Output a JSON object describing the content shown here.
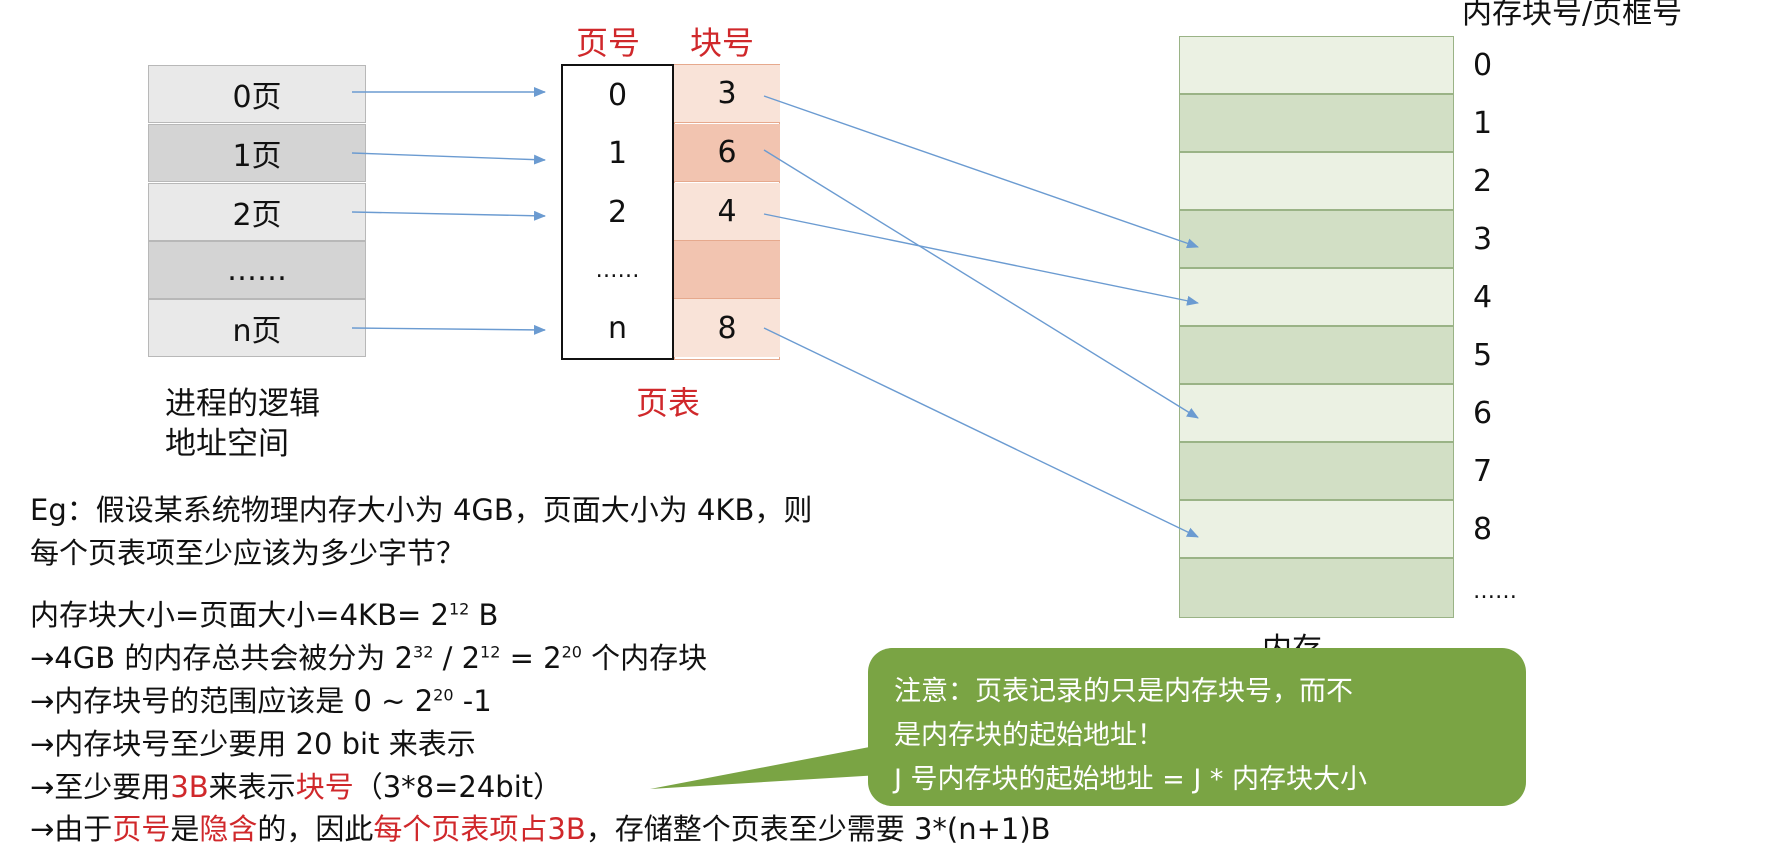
{
  "headers": {
    "page_no": "页号",
    "block_no": "块号",
    "mem_block_no": "内存块号/页框号"
  },
  "logical": {
    "rows": [
      "0页",
      "1页",
      "2页",
      "……",
      "n页"
    ],
    "caption_line1": "进程的逻辑",
    "caption_line2": "地址空间"
  },
  "page_table": {
    "page_numbers": [
      "0",
      "1",
      "2",
      "……",
      "n"
    ],
    "block_numbers": [
      "3",
      "6",
      "4",
      "",
      "8"
    ],
    "caption": "页表"
  },
  "memory": {
    "labels": [
      "0",
      "1",
      "2",
      "3",
      "4",
      "5",
      "6",
      "7",
      "8",
      "……"
    ],
    "caption": "内存"
  },
  "example": {
    "q1": "Eg：假设某系统物理内存大小为 4GB，页面大小为 4KB，则",
    "q2": "每个页表项至少应该为多少字节？",
    "l1a": "内存块大小=页面大小=4KB= 2",
    "l1sup": "12",
    "l1b": " B",
    "l2a": "→4GB 的内存总共会被分为  2",
    "l2s1": "32",
    "l2b": " / 2",
    "l2s2": "12",
    "l2c": " = 2",
    "l2s3": "20",
    "l2d": " 个内存块",
    "l3a": "→内存块号的范围应该是 0 ~ 2",
    "l3sup": "20",
    "l3b": " -1",
    "l4": "→内存块号至少要用 20 bit 来表示",
    "l5a": "→至少要用",
    "l5b": "3B",
    "l5c": "来表示",
    "l5d": "块号",
    "l5e": "（3*8=24bit）",
    "l6a": "→由于",
    "l6b": "页号",
    "l6c": "是",
    "l6d": "隐含",
    "l6e": "的，因此",
    "l6f": "每个页表项占3B",
    "l6g": "，存储整个页表至少需要 3*(n+1)B"
  },
  "note": {
    "line1": "注意：页表记录的只是内存块号，而不",
    "line2": "是内存块的起始地址！",
    "line3": "J 号内存块的起始地址 = J * 内存块大小"
  },
  "colors": {
    "accent_red": "#d0282b",
    "note_green": "#7aa444",
    "arrow_blue": "#6b9bd1",
    "mem_dark": "#d2dfc5",
    "mem_light": "#ebf1e3"
  }
}
